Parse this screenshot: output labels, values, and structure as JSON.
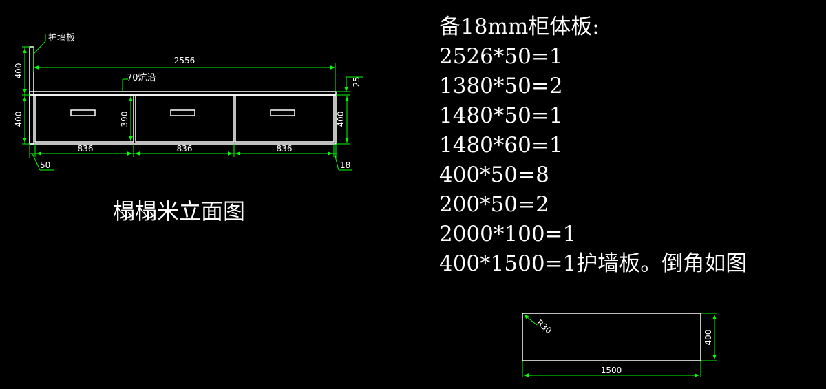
{
  "elevation": {
    "caption": "榻榻米立面图",
    "wall_panel_label": "护墙板",
    "edge_label": "70炕沿",
    "overall_width": "2556",
    "wall_panel_height": "400",
    "cabinet_height": "400",
    "inner_height": "390",
    "right_height": "400",
    "top_thickness": "25",
    "bay_widths": [
      "836",
      "836",
      "836"
    ],
    "left_offset": "50",
    "right_offset": "18"
  },
  "material_list": {
    "title": "备18mm柜体板:",
    "items": [
      "2526*50=1",
      "1380*50=2",
      "1480*50=1",
      "1480*60=1",
      "400*50=8",
      "200*50=2",
      "2000*100=1",
      "400*1500=1护墙板。倒角如图"
    ]
  },
  "panel_detail": {
    "width_label": "1500",
    "height_label": "400",
    "radius_label": "R30"
  },
  "colors": {
    "background": "#000000",
    "outline": "#ffffff",
    "dimension": "#00ff00"
  }
}
